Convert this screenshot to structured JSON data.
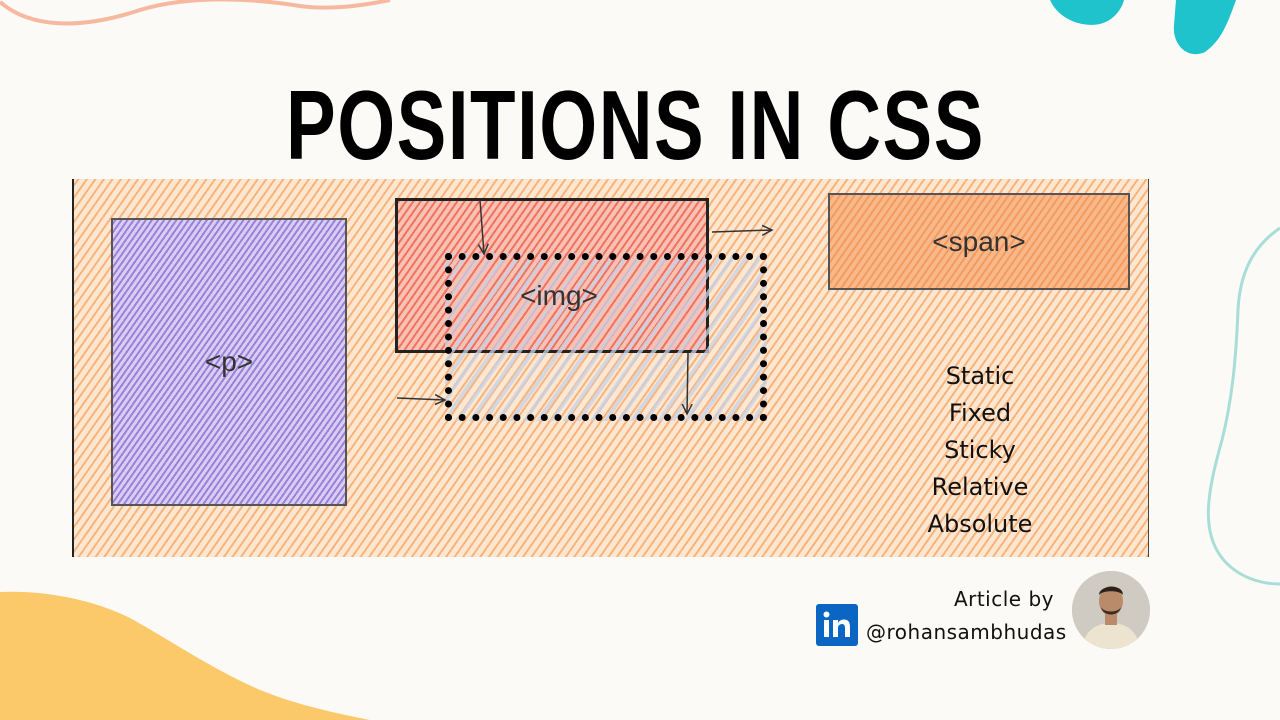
{
  "title": "POSITIONS IN CSS",
  "diagram": {
    "boxes": {
      "p_label": "<p>",
      "img_label": "<img>",
      "span_label": "<span>"
    },
    "positions": [
      "Static",
      "Fixed",
      "Sticky",
      "Relative",
      "Absolute"
    ]
  },
  "author": {
    "article_by": "Article by",
    "handle": "@rohansambhudas",
    "icon": "linkedin-icon"
  },
  "colors": {
    "background": "#fcfaf7",
    "diagram_fill": "#f8b98a",
    "p_box": "#b7a3e6",
    "img_box": "#f07a62",
    "linkedin": "#0a66c2",
    "decor_teal": "#1fc3cc",
    "decor_yellow": "#fbc86a",
    "decor_peach": "#f6b9a0"
  }
}
